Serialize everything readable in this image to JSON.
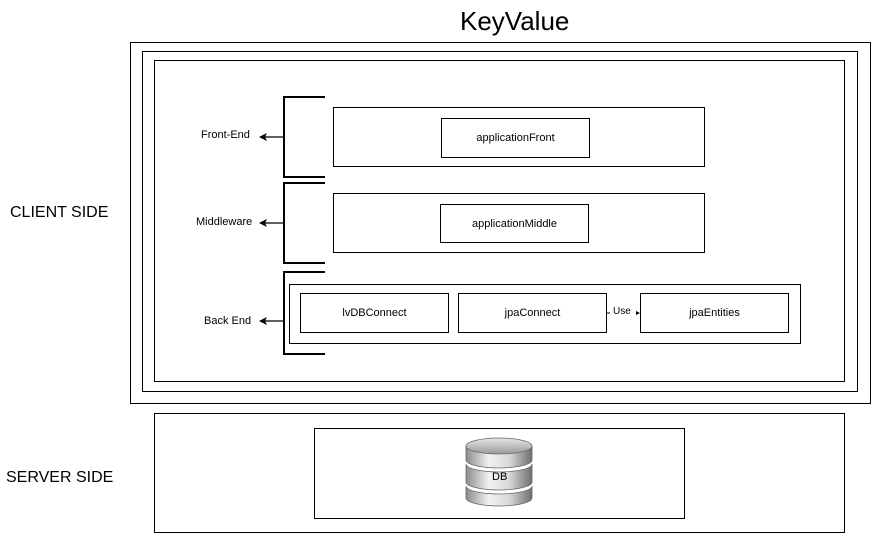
{
  "title": "KeyValue",
  "sides": {
    "client": "CLIENT SIDE",
    "server": "SERVER SIDE"
  },
  "layers": {
    "front_end": "Front-End",
    "middleware": "Middleware",
    "back_end": "Back End"
  },
  "components": {
    "application_front": "applicationFront",
    "application_middle": "applicationMiddle",
    "lv_db_connect": "lvDBConnect",
    "jpa_connect": "jpaConnect",
    "jpa_entities": "jpaEntities"
  },
  "edge_label": "Use",
  "database": {
    "label": "DB",
    "icon": "database-icon"
  }
}
